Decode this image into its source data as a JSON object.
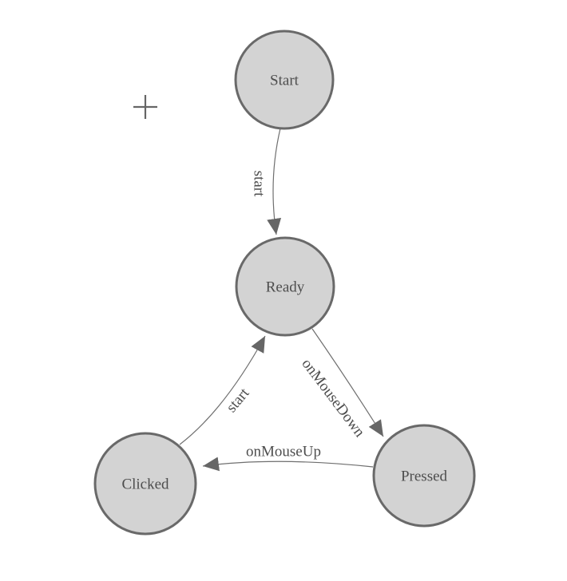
{
  "canvas": {
    "width": "710",
    "height": "728",
    "background": "#ffffff"
  },
  "colors": {
    "node_fill": "#d3d3d3",
    "node_stroke": "#696969",
    "node_label": "#4d4d4d",
    "edge_line": "#6f6f6f",
    "edge_arrow": "#666666",
    "edge_label": "#4d4d4d",
    "plus_icon": "#666666"
  },
  "diagram": {
    "plus_symbol": "+",
    "nodes": [
      {
        "id": "start",
        "label": "Start"
      },
      {
        "id": "ready",
        "label": "Ready"
      },
      {
        "id": "clicked",
        "label": "Clicked"
      },
      {
        "id": "pressed",
        "label": "Pressed"
      }
    ],
    "edges": [
      {
        "id": "start-to-ready",
        "from": "Start",
        "to": "Ready",
        "label": "start"
      },
      {
        "id": "ready-to-pressed",
        "from": "Ready",
        "to": "Pressed",
        "label": "onMouseDown"
      },
      {
        "id": "pressed-to-clicked",
        "from": "Pressed",
        "to": "Clicked",
        "label": "onMouseUp"
      },
      {
        "id": "clicked-to-ready",
        "from": "Clicked",
        "to": "Ready",
        "label": "start"
      }
    ]
  }
}
